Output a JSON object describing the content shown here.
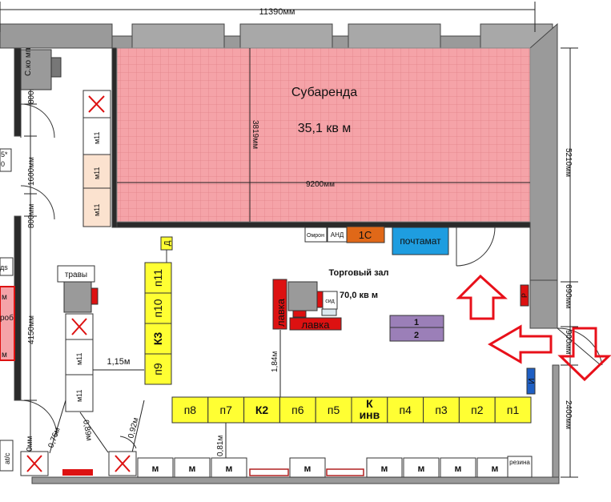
{
  "dimensions": {
    "total_width": "11390мм",
    "sub_width": "9200мм",
    "sub_height": "3819мм",
    "right_upper": "5210мм",
    "right_mid": "690мм",
    "right_door": "900мм",
    "right_lower": "2400мм",
    "left_800_top": "800мм",
    "left_1600": "1600мм",
    "left_800_mid": "800мм",
    "left_4150": "4150мм",
    "aisle_115": "1,15м",
    "aisle_184": "1,84м",
    "aisle_092": "0,92м",
    "aisle_081": "0,81м",
    "aisle_076": "0,76м",
    "aisle_089": "0,89м",
    "left_bottom": "800мм"
  },
  "subrent": {
    "title": "Субаренда",
    "area": "35,1 кв м"
  },
  "hall": {
    "title": "Торговый зал",
    "area": "70,0 кв м"
  },
  "equipment": {
    "omron": "Омрон",
    "and": "АНД",
    "one_c": "1С",
    "postamat": "почтамат",
    "travy": "травы",
    "lavka_v": "лавка",
    "lavka_h": "лавка",
    "sid": "сид",
    "table_1": "1",
    "table_2": "2",
    "copier": "С.ко мп",
    "rezina": "резина",
    "marker_d": "Д",
    "marker_i": "И",
    "marker_r": "Р"
  },
  "column_shelves": [
    "п11",
    "п10",
    "К3",
    "п9"
  ],
  "row_shelves": [
    "п8",
    "п7",
    "К2",
    "п6",
    "п5",
    "К инв",
    "п4",
    "п3",
    "п2",
    "п1"
  ],
  "fridges_left": [
    "м11",
    "м11",
    "м11"
  ],
  "fridges_mid": [
    "м11",
    "м11"
  ],
  "bottom_m": [
    "м",
    "м",
    "м",
    "м",
    "м",
    "м",
    "м",
    "м"
  ],
  "left_fragments": {
    "frag1": "5*",
    "frag2": "0",
    "frag3": "дs",
    "frag4": "м",
    "frag5": "роб",
    "frag6": "м",
    "frag7": "at/c"
  },
  "colors": {
    "wall": "#9a9a9a",
    "subrent_fill": "#f5a3a8",
    "shelf_yellow": "#ffff33",
    "postamat": "#1e9de0",
    "onec": "#e06818",
    "table": "#9b7fb8",
    "red": "#dd1111",
    "arrow": "#e8101a"
  }
}
